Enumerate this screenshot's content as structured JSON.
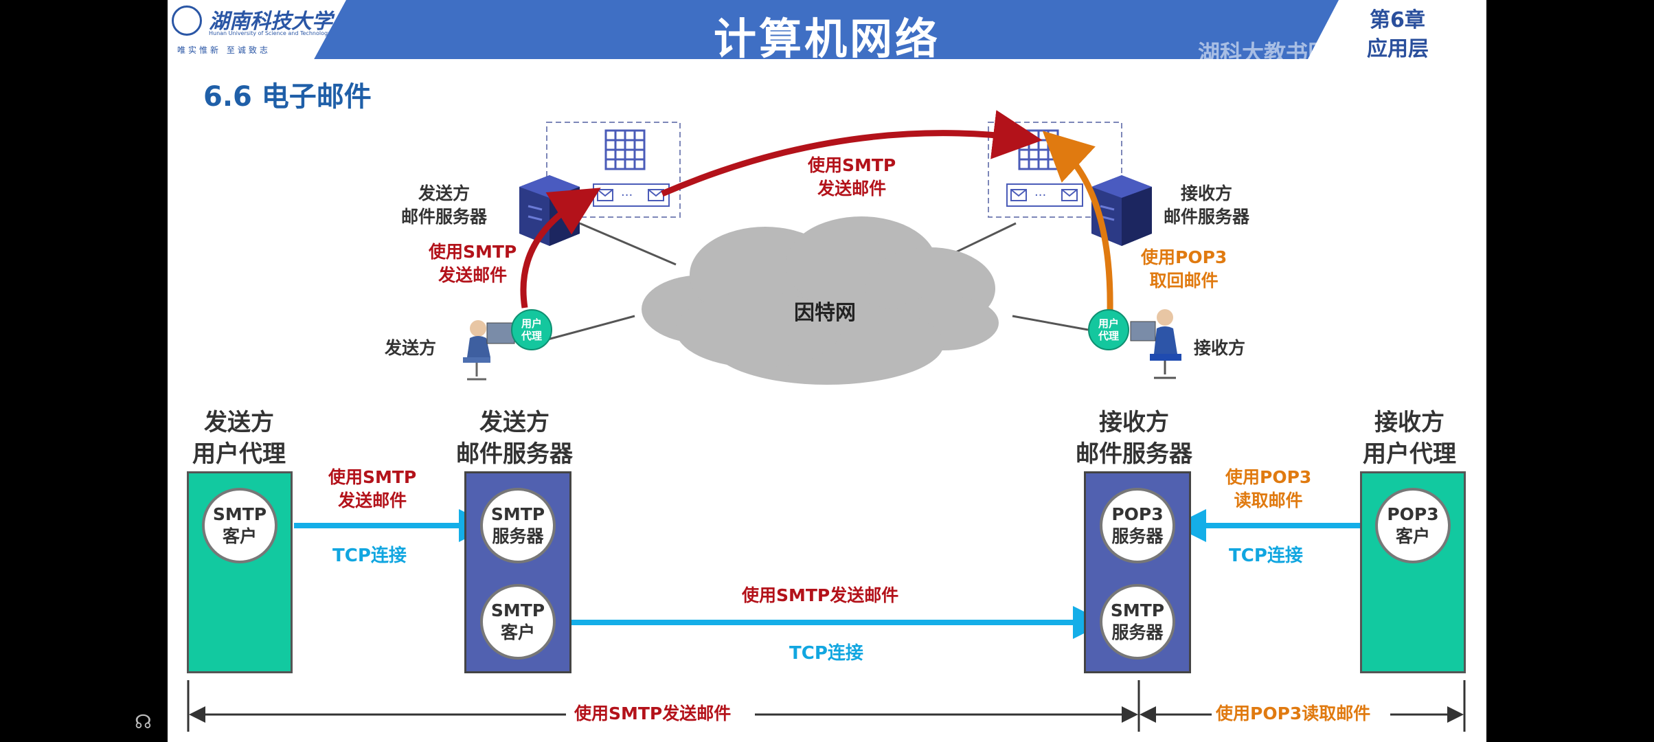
{
  "header": {
    "logo_text": "湖南科技大学",
    "logo_en": "Hunan University of Science and Technology",
    "logo_motto": "唯实惟新  至诚致志",
    "course_title": "计算机网络",
    "chapter": "第6章",
    "layer": "应用层",
    "watermark": "湖科大教书匠"
  },
  "section_title": "6.6 电子邮件",
  "top_diagram": {
    "sender_server": [
      "发送方",
      "邮件服务器"
    ],
    "receiver_server": [
      "接收方",
      "邮件服务器"
    ],
    "sender": "发送方",
    "receiver": "接收方",
    "user_agent": [
      "用户",
      "代理"
    ],
    "internet": "因特网",
    "smtp_send": [
      "使用SMTP",
      "发送邮件"
    ],
    "pop3_fetch": [
      "使用POP3",
      "取回邮件"
    ],
    "colors": {
      "smtp": "#b3121a",
      "pop3": "#e07a10",
      "cloud": "#b9b9b9"
    }
  },
  "bottom_diagram": {
    "sender_ua_title": [
      "发送方",
      "用户代理"
    ],
    "sender_server_title": [
      "发送方",
      "邮件服务器"
    ],
    "receiver_server_title": [
      "接收方",
      "邮件服务器"
    ],
    "receiver_ua_title": [
      "接收方",
      "用户代理"
    ],
    "smtp_client": [
      "SMTP",
      "客户"
    ],
    "smtp_server": [
      "SMTP",
      "服务器"
    ],
    "pop3_server": [
      "POP3",
      "服务器"
    ],
    "pop3_client": [
      "POP3",
      "客户"
    ],
    "left_link_label": [
      "使用SMTP",
      "发送邮件"
    ],
    "right_link_label": [
      "使用POP3",
      "读取邮件"
    ],
    "tcp": "TCP连接",
    "middle_link_label": "使用SMTP发送邮件",
    "range_smtp": "使用SMTP发送邮件",
    "range_pop3": "使用POP3读取邮件",
    "colors": {
      "teal": "#12c9a0",
      "navy": "#5161b0",
      "tcp_arrow": "#14aee8"
    }
  }
}
